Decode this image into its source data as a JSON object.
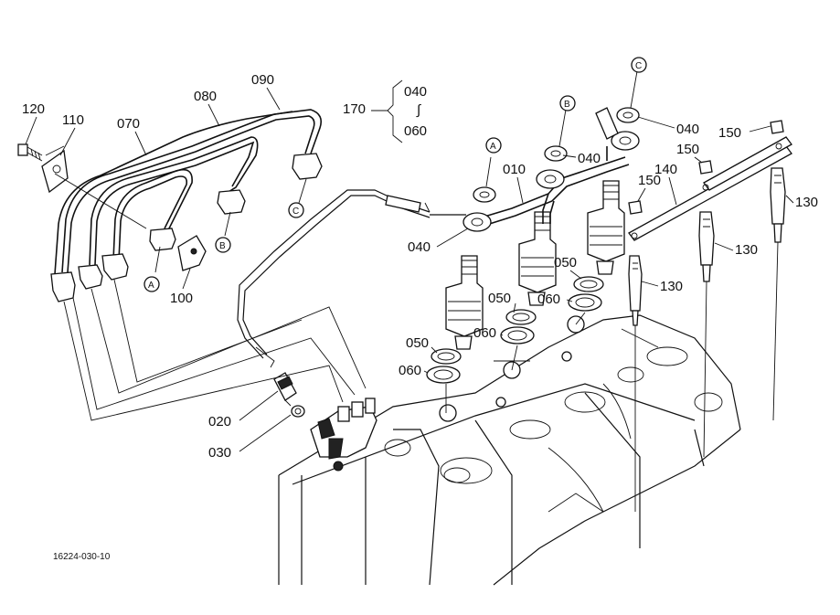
{
  "labels": {
    "p120": "120",
    "p110": "110",
    "p070": "070",
    "p080": "080",
    "p090": "090",
    "p100": "100",
    "p170": "170",
    "p040_top": "040",
    "p060_top": "060",
    "p010": "010",
    "p040_a": "040",
    "p040_b": "040",
    "p040_c": "040",
    "p150_a": "150",
    "p150_b": "150",
    "p150_c": "150",
    "p140": "140",
    "p130_a": "130",
    "p130_b": "130",
    "p130_c": "130",
    "p050_a": "050",
    "p050_b": "050",
    "p050_c": "050",
    "p060_a": "060",
    "p060_b": "060",
    "p060_c": "060",
    "p020": "020",
    "p030": "030",
    "tilde": "∫"
  },
  "refs": {
    "A": "A",
    "B": "B",
    "C": "C"
  },
  "drawing_number": "16224-030-10"
}
